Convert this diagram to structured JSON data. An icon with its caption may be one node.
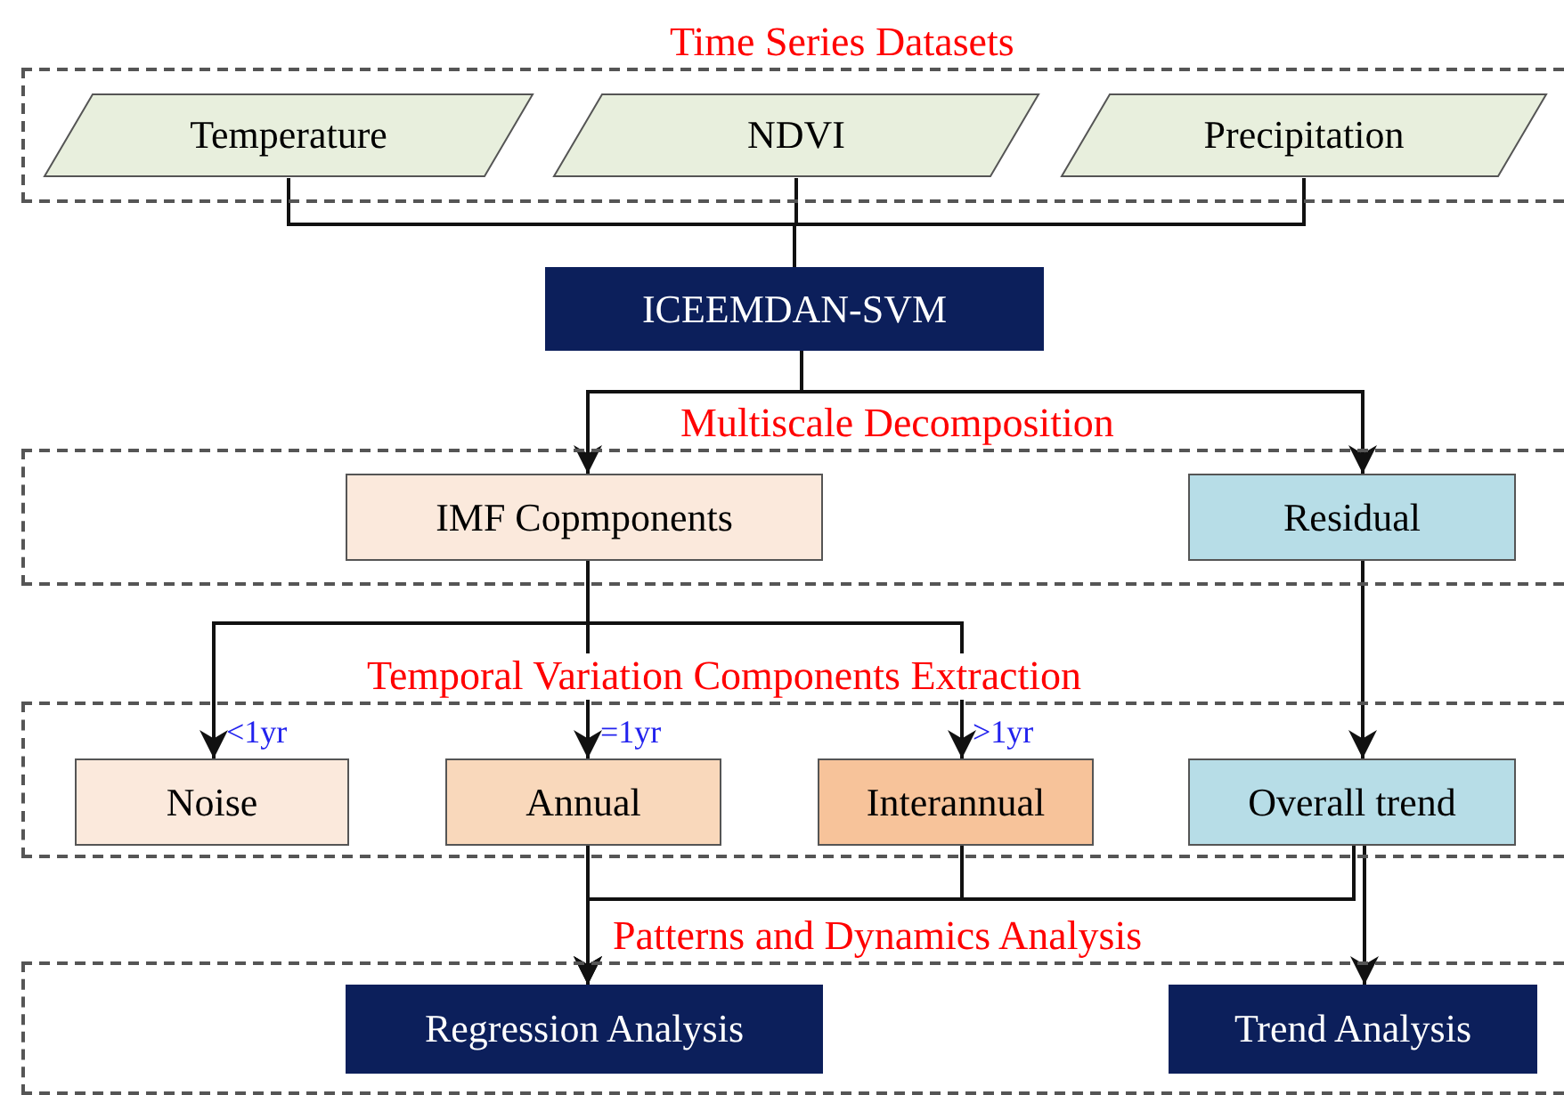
{
  "diagram": {
    "nodes": [
      {
        "text": [
          "Time Series Datasets"
        ]
      },
      {
        "text": [
          "Temperature"
        ],
        "in": 0
      },
      {
        "text": [
          "NDVI"
        ],
        "in": 0
      },
      {
        "text": [
          "Precipitation"
        ],
        "in": 0
      },
      {
        "text": [
          "ICEEMDAN-SVM"
        ]
      },
      {
        "text": [
          "Multiscale Decomposition"
        ]
      },
      {
        "text": [
          "IMF Copmponents"
        ],
        "in": 5
      },
      {
        "text": [
          "Residual"
        ],
        "in": 5
      },
      {
        "text": [
          "Temporal Variation Components Extraction"
        ]
      },
      {
        "text": [
          "Noise"
        ],
        "in": 8,
        "beside": [
          "<1yr"
        ]
      },
      {
        "text": [
          "Annual"
        ],
        "in": 8,
        "beside": [
          "=1yr"
        ]
      },
      {
        "text": [
          "Interannual"
        ],
        "in": 8,
        "beside": [
          ">1yr"
        ]
      },
      {
        "text": [
          "Overall trend"
        ],
        "in": 8
      },
      {
        "text": [
          "Patterns and Dynamics Analysis"
        ]
      },
      {
        "text": [
          "Regression Analysis"
        ],
        "in": 13
      },
      {
        "text": [
          "Trend Analysis"
        ],
        "in": 13
      }
    ],
    "edges": [
      {
        "from": 1,
        "to": 4,
        "arrow": "none"
      },
      {
        "from": 2,
        "to": 4,
        "arrow": "none"
      },
      {
        "from": 3,
        "to": 4,
        "arrow": "none"
      },
      {
        "from": 4,
        "to": 6,
        "arrow": "to"
      },
      {
        "from": 4,
        "to": 7,
        "arrow": "to"
      },
      {
        "from": 6,
        "to": 9,
        "arrow": "to"
      },
      {
        "from": 6,
        "to": 10,
        "arrow": "to"
      },
      {
        "from": 6,
        "to": 11,
        "arrow": "to"
      },
      {
        "from": 7,
        "to": 12,
        "arrow": "to"
      },
      {
        "from": 10,
        "to": 14,
        "arrow": "to"
      },
      {
        "from": 11,
        "to": 14,
        "arrow": "to"
      },
      {
        "from": 12,
        "to": 14,
        "arrow": "to"
      },
      {
        "from": 12,
        "to": 15,
        "arrow": "to"
      }
    ]
  }
}
